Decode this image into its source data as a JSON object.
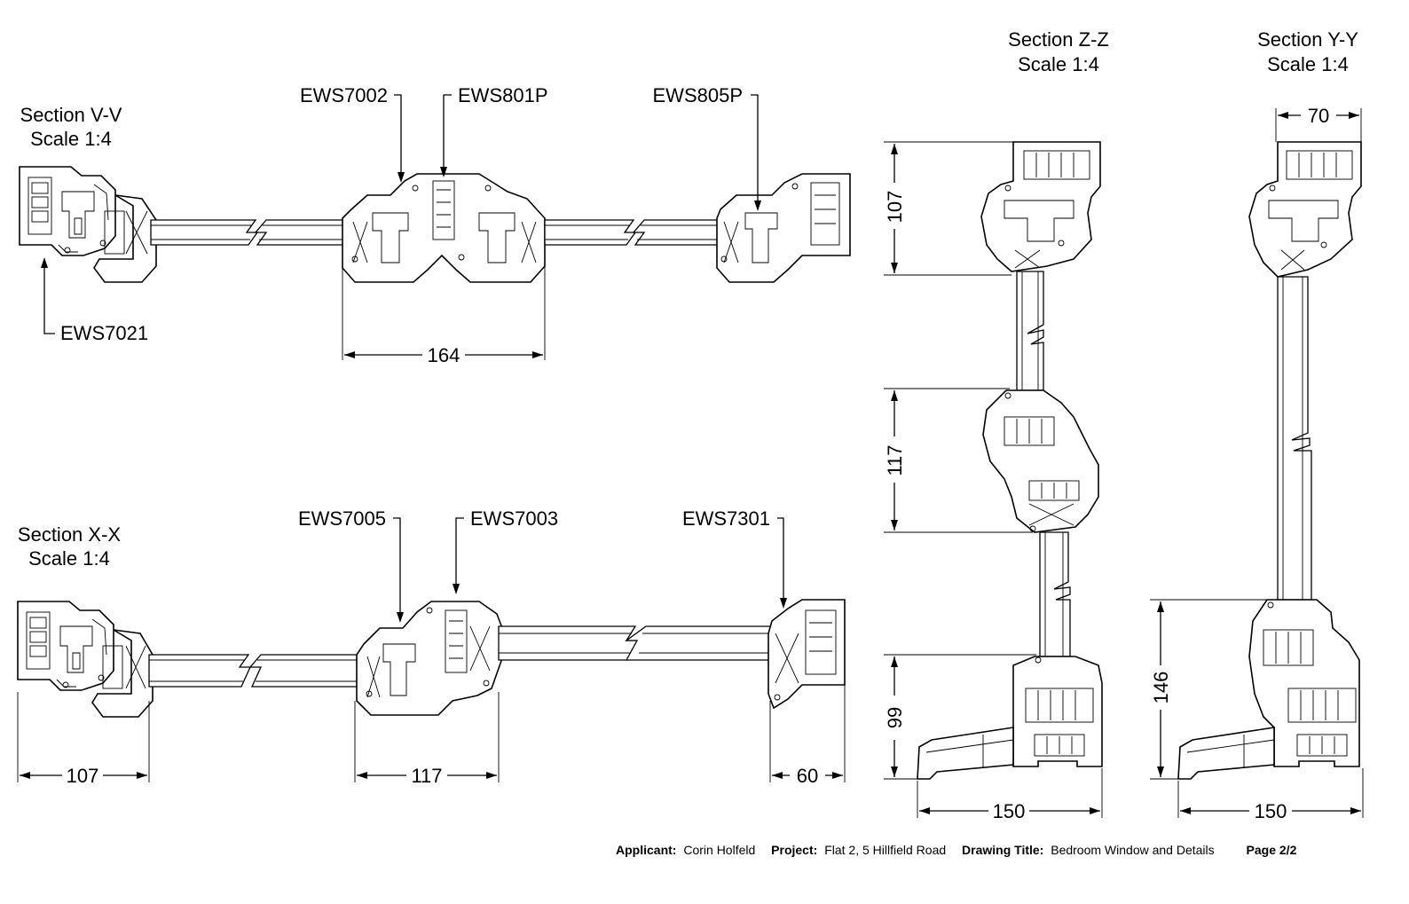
{
  "sections": {
    "vv": {
      "title": "Section V-V",
      "scale": "Scale 1:4"
    },
    "xx": {
      "title": "Section X-X",
      "scale": "Scale 1:4"
    },
    "zz": {
      "title": "Section Z-Z",
      "scale": "Scale 1:4"
    },
    "yy": {
      "title": "Section Y-Y",
      "scale": "Scale 1:4"
    }
  },
  "profile_labels": {
    "ews7002": "EWS7002",
    "ews801p": "EWS801P",
    "ews805p": "EWS805P",
    "ews7021": "EWS7021",
    "ews7005": "EWS7005",
    "ews7003": "EWS7003",
    "ews7301": "EWS7301"
  },
  "dimensions": {
    "vv_mullion_width": "164",
    "xx_frame_left": "107",
    "xx_transom": "117",
    "xx_frame_right": "60",
    "zz_top": "107",
    "zz_middle": "117",
    "zz_bottom": "99",
    "zz_width": "150",
    "yy_frame_depth": "70",
    "yy_bottom": "146",
    "yy_width": "150"
  },
  "footer": {
    "applicant_label": "Applicant:",
    "applicant_value": "Corin Holfeld",
    "project_label": "Project:",
    "project_value": "Flat 2, 5 Hillfield Road",
    "title_label": "Drawing Title:",
    "title_value": "Bedroom Window and Details",
    "page": "Page 2/2"
  }
}
